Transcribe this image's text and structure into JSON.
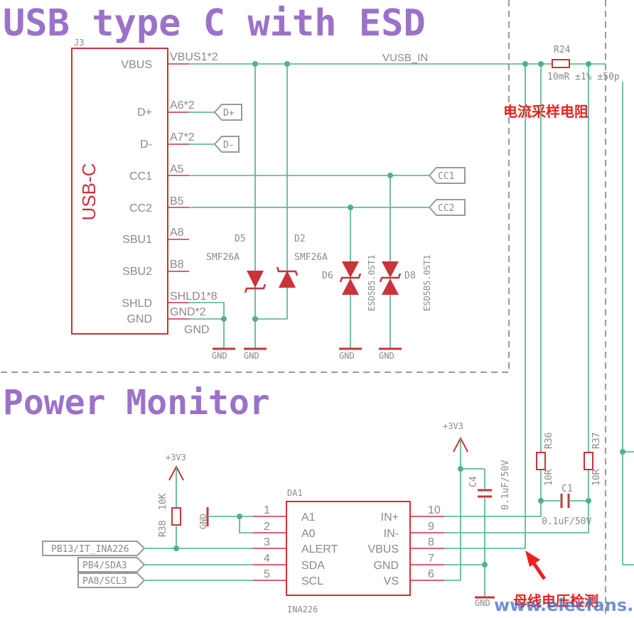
{
  "colors": {
    "title": "#9b72c9",
    "symbol": "#c8343a",
    "wire": "#4fb08a",
    "annotation": "#e8231f",
    "label": "#8a8a8a"
  },
  "sections": {
    "usb_title": "USB type C with ESD",
    "power_title": "Power Monitor"
  },
  "connector": {
    "ref": "J3",
    "name": "USB-C",
    "pins": [
      {
        "name": "VBUS",
        "pad": "VBUS1*2"
      },
      {
        "name": "D+",
        "pad": "A6*2"
      },
      {
        "name": "D-",
        "pad": "A7*2"
      },
      {
        "name": "CC1",
        "pad": "A5"
      },
      {
        "name": "CC2",
        "pad": "B5"
      },
      {
        "name": "SBU1",
        "pad": "A8"
      },
      {
        "name": "SBU2",
        "pad": "B8"
      },
      {
        "name": "SHLD",
        "pad": "SHLD1*8"
      },
      {
        "name": "GND",
        "pad": "GND*2"
      }
    ],
    "gnd_label": "GND"
  },
  "nets": {
    "vusb": "VUSB_IN",
    "dp": "D+",
    "dm": "D-",
    "cc1": "CC1",
    "cc2": "CC2",
    "gnd": "GND",
    "v33": "+3V3"
  },
  "diodes": [
    {
      "ref": "D5",
      "value": "SMF26A"
    },
    {
      "ref": "D2",
      "value": "SMF26A"
    },
    {
      "ref": "D6",
      "value": "ESD5B5.0ST1"
    },
    {
      "ref": "D8",
      "value": "ESD5B5.0ST1"
    }
  ],
  "resistors": {
    "r24": {
      "ref": "R24",
      "value": "10mR ±1% ±50p"
    },
    "r36": {
      "ref": "R36",
      "value": "10R"
    },
    "r37": {
      "ref": "R37",
      "value": "10R"
    },
    "r38": {
      "ref": "R38",
      "value": "10K"
    }
  },
  "capacitors": {
    "c1": {
      "ref": "C1",
      "value": "0.1uF/50V"
    },
    "c4": {
      "ref": "C4",
      "value": "0.1uF/50V"
    }
  },
  "annotations": {
    "shunt": "电流采样电阻",
    "bus": "母线电压检测",
    "watermark": "www.elecfans.com"
  },
  "ic": {
    "ref": "DA1",
    "part": "INA226",
    "left_pins": [
      {
        "num": "1",
        "name": "A1"
      },
      {
        "num": "2",
        "name": "A0"
      },
      {
        "num": "3",
        "name": "ALERT"
      },
      {
        "num": "4",
        "name": "SDA"
      },
      {
        "num": "5",
        "name": "SCL"
      }
    ],
    "right_pins": [
      {
        "num": "10",
        "name": "IN+"
      },
      {
        "num": "9",
        "name": "IN-"
      },
      {
        "num": "8",
        "name": "VBUS"
      },
      {
        "num": "7",
        "name": "GND"
      },
      {
        "num": "6",
        "name": "VS"
      }
    ]
  },
  "mcu_nets": [
    "PB13/IT_INA226",
    "PB4/SDA3",
    "PA8/SCL3"
  ]
}
